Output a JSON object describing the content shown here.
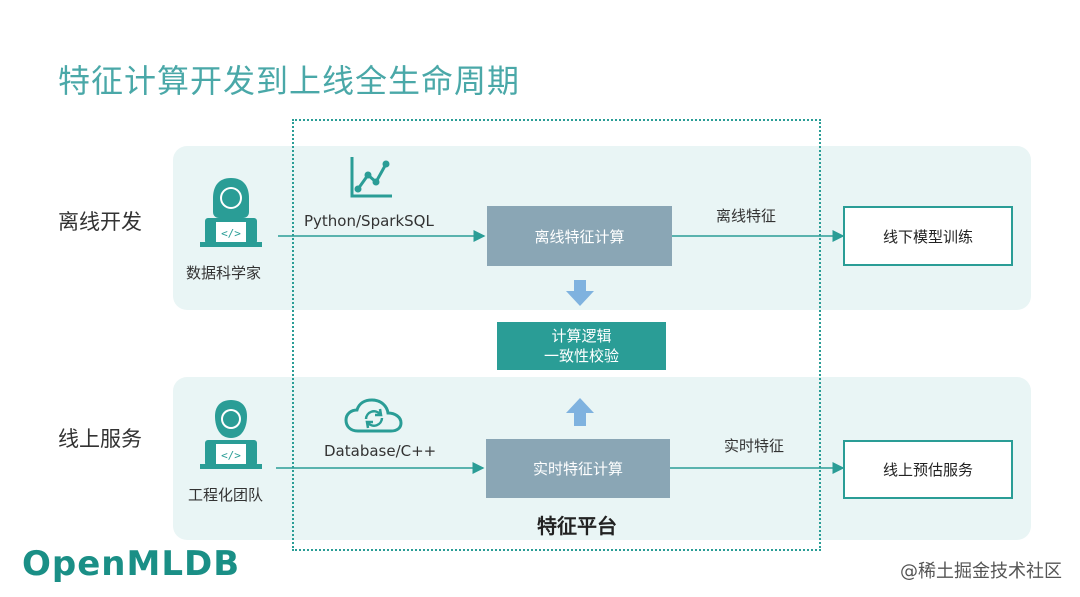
{
  "title": "特征计算开发到上线全生命周期",
  "offline": {
    "row_label": "离线开发",
    "actor": "数据科学家",
    "tool": "Python/SparkSQL",
    "compute": "离线特征计算",
    "feature_label": "离线特征",
    "output": "线下模型训练"
  },
  "online": {
    "row_label": "线上服务",
    "actor": "工程化团队",
    "tool": "Database/C++",
    "compute": "实时特征计算",
    "feature_label": "实时特征",
    "output": "线上预估服务"
  },
  "consistency": {
    "line1": "计算逻辑",
    "line2": "一致性校验"
  },
  "platform_label": "特征平台",
  "logo": "OpenMLDB",
  "watermark": "@稀土掘金技术社区",
  "colors": {
    "teal": "#2a9d96",
    "band": "#e9f5f5",
    "grey_box": "#8aa6b5",
    "title": "#4aa8a8"
  },
  "icons": [
    "data-scientist-icon",
    "line-chart-icon",
    "engineer-icon",
    "cloud-sync-icon"
  ]
}
